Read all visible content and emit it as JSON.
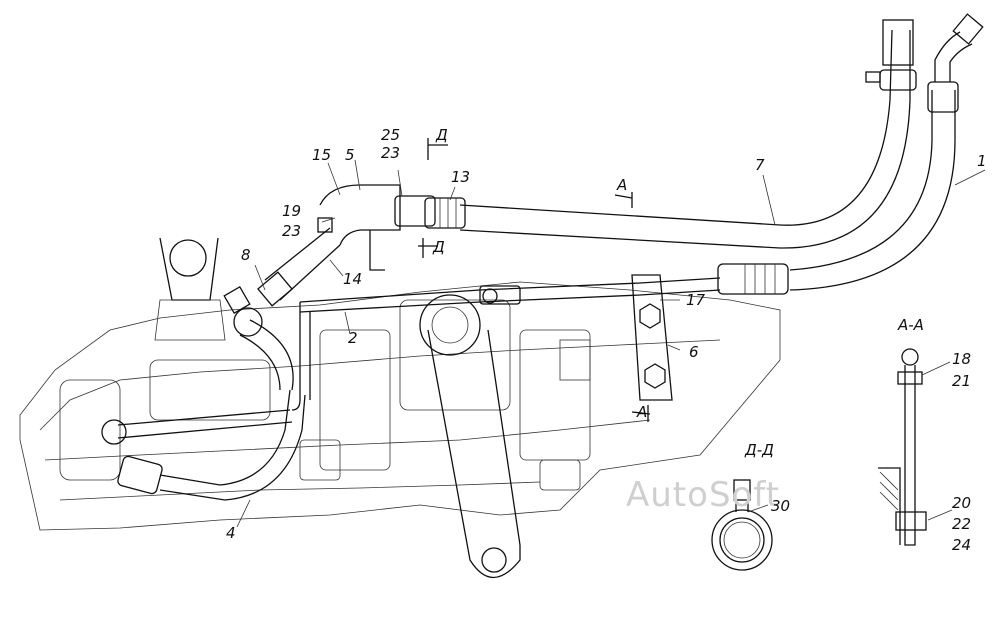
{
  "watermark": "AutoSoft",
  "labels": {
    "l1": "1",
    "l2": "2",
    "l4": "4",
    "l5": "5",
    "l6": "6",
    "l7": "7",
    "l8": "8",
    "l13": "13",
    "l14": "14",
    "l15": "15",
    "l17": "17",
    "l18": "18",
    "l19": "19",
    "l20": "20",
    "l21": "21",
    "l22": "22",
    "l23a": "23",
    "l23b": "23",
    "l24": "24",
    "l25": "25",
    "l30": "30"
  },
  "section_marks": {
    "a_top": "А",
    "a_bottom": "А",
    "d_top": "Д",
    "d_bottom": "Д"
  },
  "section_titles": {
    "aa": "А-А",
    "dd": "Д-Д"
  }
}
